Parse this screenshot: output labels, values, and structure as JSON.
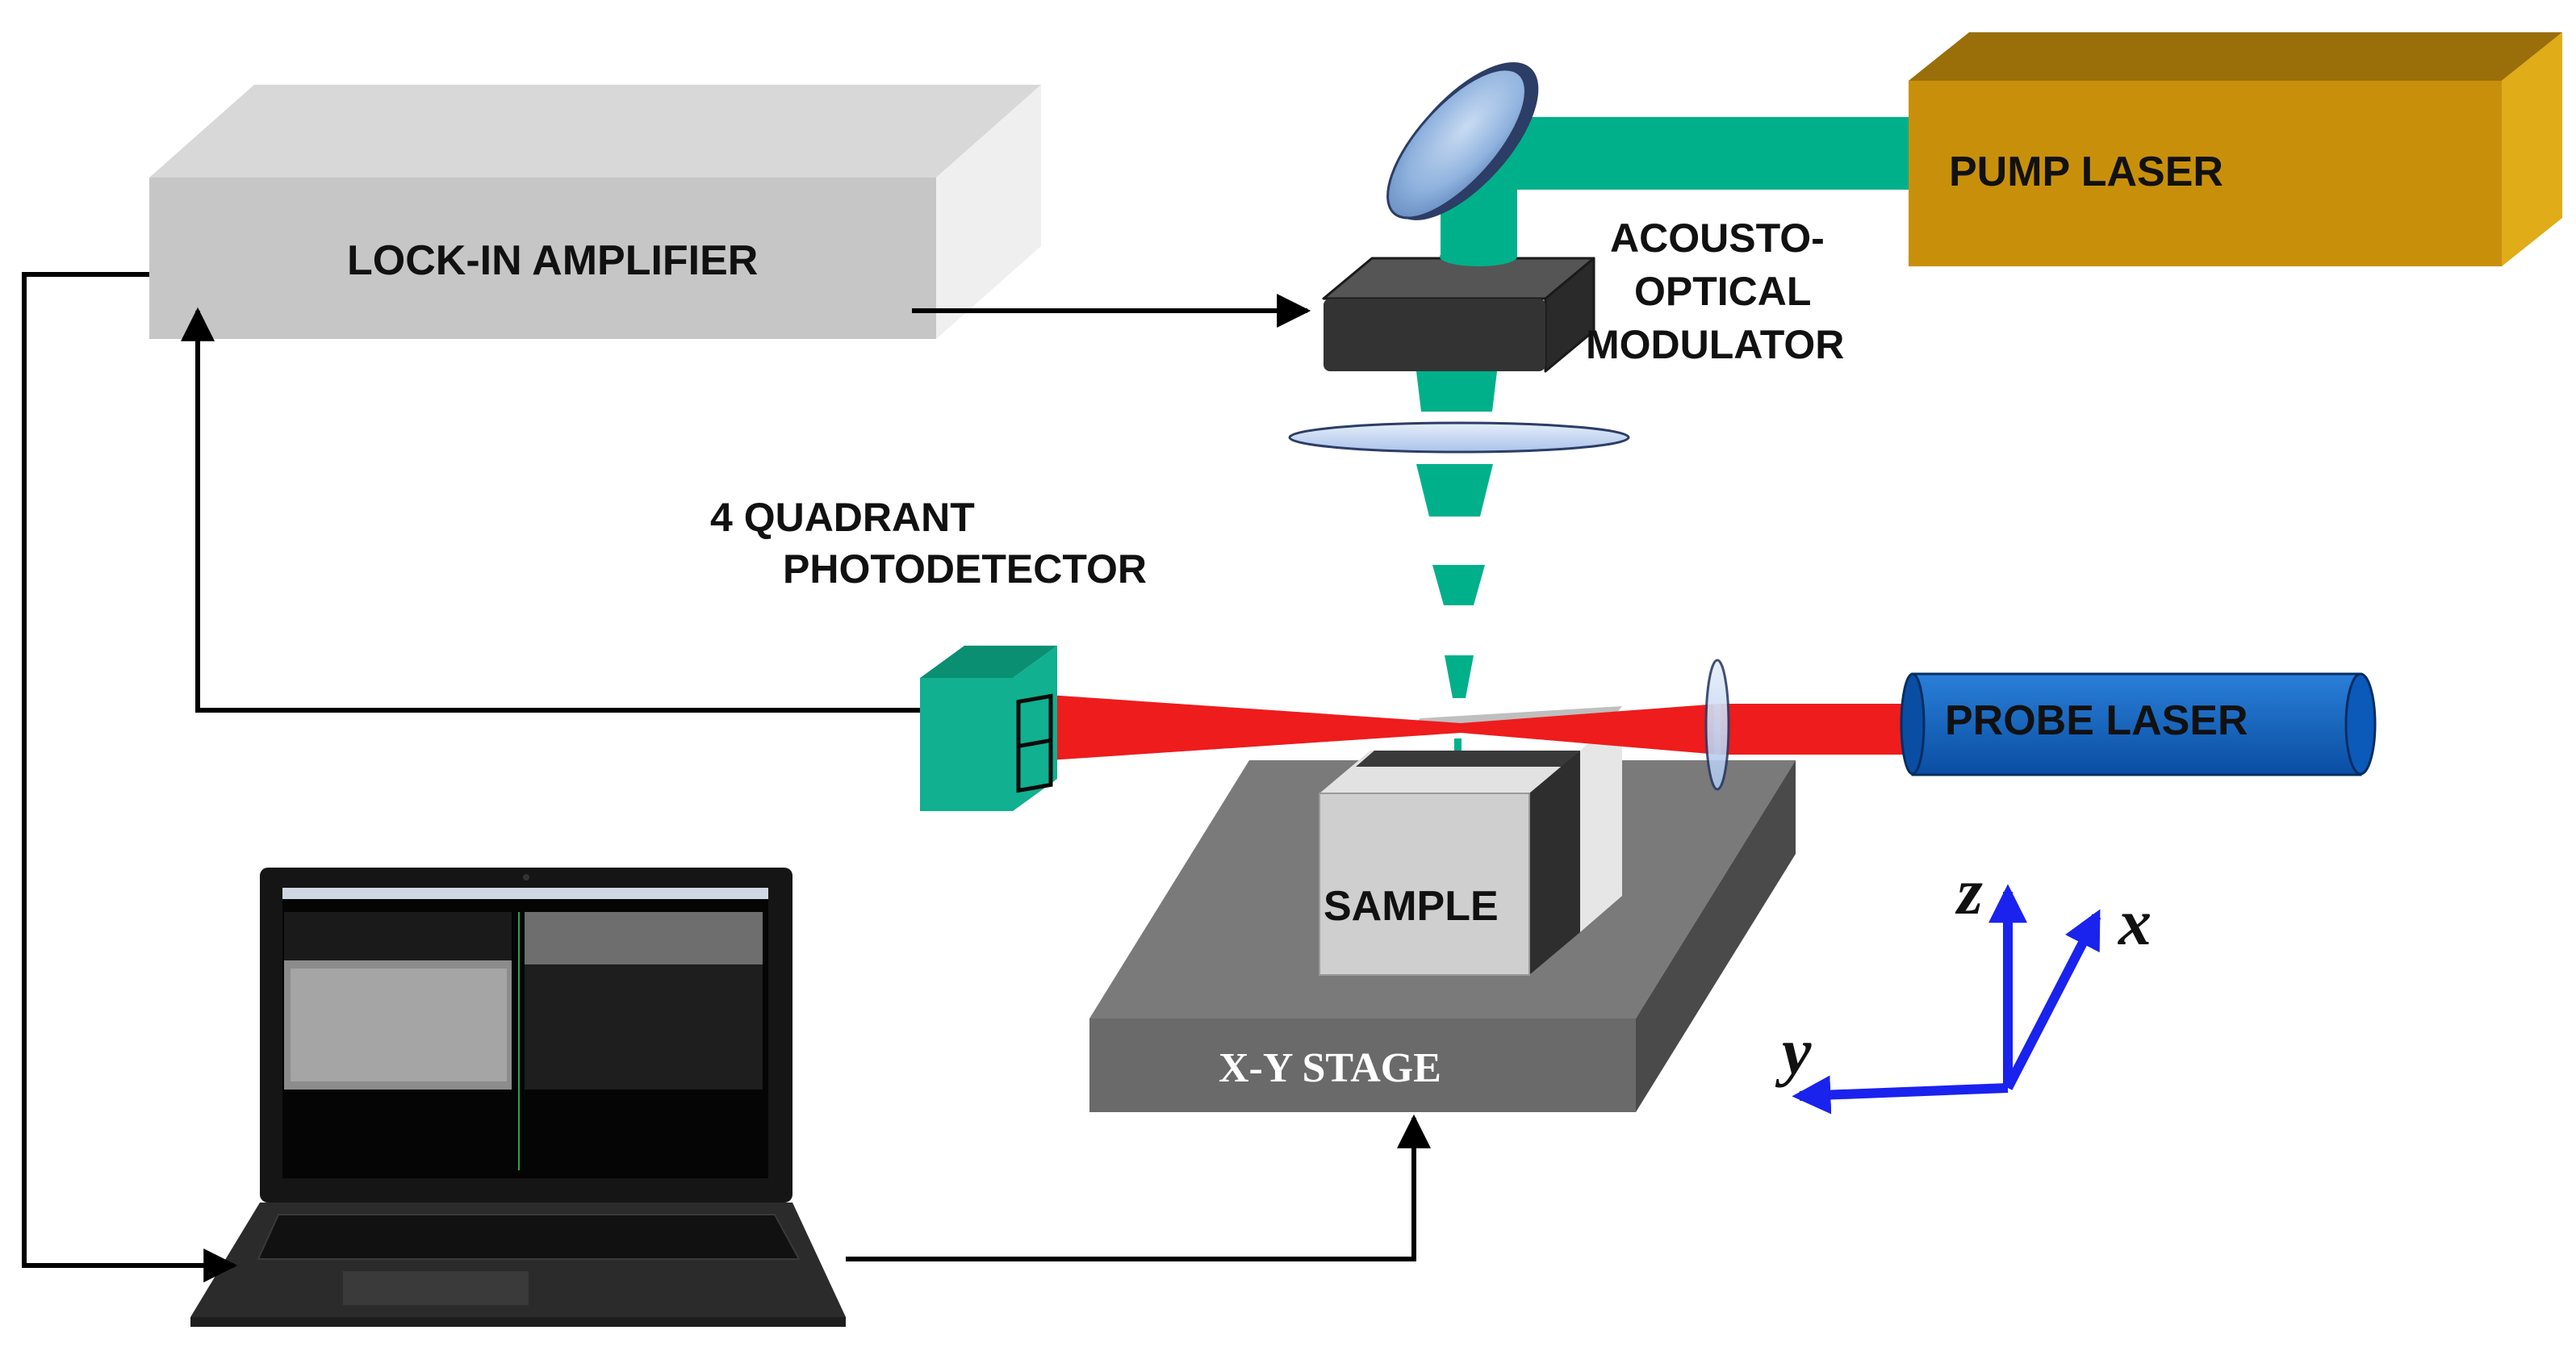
{
  "labels": {
    "lock_in": "LOCK-IN AMPLIFIER",
    "pump_laser": "PUMP  LASER",
    "aom_line1": "ACOUSTO-",
    "aom_line2": "OPTICAL",
    "aom_line3": "MODULATOR",
    "qpd_line1": "4 QUADRANT",
    "qpd_line2": "PHOTODETECTOR",
    "probe_laser": "PROBE  LASER",
    "sample": "SAMPLE",
    "stage": "X-Y  STAGE"
  },
  "axes": {
    "z": "z",
    "x": "x",
    "y": "y"
  },
  "colors": {
    "pump_beam": "#00b08a",
    "probe_beam": "#ee1c1c",
    "pump_laser_front": "#c8900a",
    "probe_laser": "#0d62c0",
    "axis_arrows": "#1a22ee",
    "stage_front": "#6a6a6a",
    "lock_in_front": "#c6c6c6",
    "aom_body": "#333333",
    "detector": "#10b090"
  }
}
